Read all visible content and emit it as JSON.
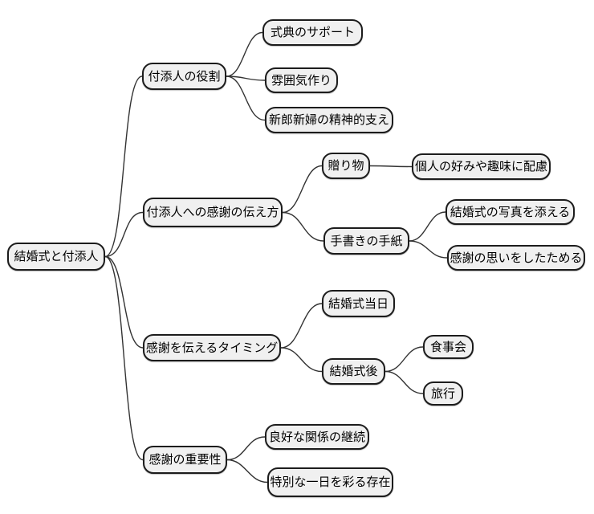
{
  "diagram": {
    "type": "mindmap",
    "title": "結婚式と付添人",
    "colors": {
      "node_fill": "#f0f0f0",
      "node_border": "#1c1c1c",
      "edge": "#333333",
      "text": "#000000",
      "background": "#ffffff"
    },
    "root": {
      "label": "結婚式と付添人"
    },
    "branches": [
      {
        "label": "付添人の役割",
        "children": [
          {
            "label": "式典のサポート"
          },
          {
            "label": "雰囲気作り"
          },
          {
            "label": "新郎新婦の精神的支え"
          }
        ]
      },
      {
        "label": "付添人への感謝の伝え方",
        "children": [
          {
            "label": "贈り物",
            "children": [
              {
                "label": "個人の好みや趣味に配慮"
              }
            ]
          },
          {
            "label": "手書きの手紙",
            "children": [
              {
                "label": "結婚式の写真を添える"
              },
              {
                "label": "感謝の思いをしたためる"
              }
            ]
          }
        ]
      },
      {
        "label": "感謝を伝えるタイミング",
        "children": [
          {
            "label": "結婚式当日"
          },
          {
            "label": "結婚式後",
            "children": [
              {
                "label": "食事会"
              },
              {
                "label": "旅行"
              }
            ]
          }
        ]
      },
      {
        "label": "感謝の重要性",
        "children": [
          {
            "label": "良好な関係の継続"
          },
          {
            "label": "特別な一日を彩る存在"
          }
        ]
      }
    ]
  }
}
